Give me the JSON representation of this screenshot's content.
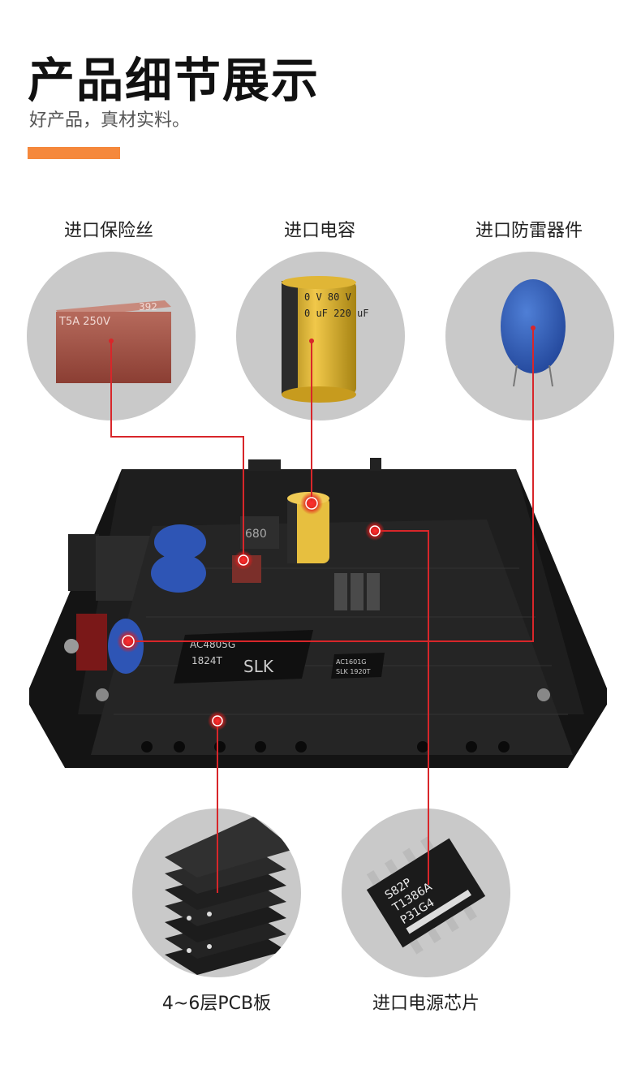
{
  "header": {
    "title": "产品细节展示",
    "subtitle": "好产品，真材实料。"
  },
  "features": {
    "fuse": {
      "label": "进口保险丝",
      "marking_top": "392",
      "marking_main": "T5A 250V"
    },
    "capacitor": {
      "label": "进口电容",
      "marking_line1": "0 V 80 V",
      "marking_line2": "0 uF 220 uF"
    },
    "surge": {
      "label": "进口防雷器件"
    },
    "pcb": {
      "label": "4~6层PCB板"
    },
    "chip": {
      "label": "进口电源芯片",
      "marking_line1": "S82P",
      "marking_line2": "T1386A",
      "marking_line3": "P31G4"
    }
  },
  "board": {
    "main_chip_line1": "SLK",
    "main_chip_line2": "1824T",
    "main_chip_line3": "AC4805G",
    "small_chip_line1": "SLK 1920T",
    "small_chip_line2": "AC1601G",
    "inductor_marking": "680"
  },
  "colors": {
    "accent": "#f5883c",
    "callout_line": "#d8262a",
    "circle_bg": "#c9c9c9",
    "enclosure": "#1a1a1a"
  }
}
